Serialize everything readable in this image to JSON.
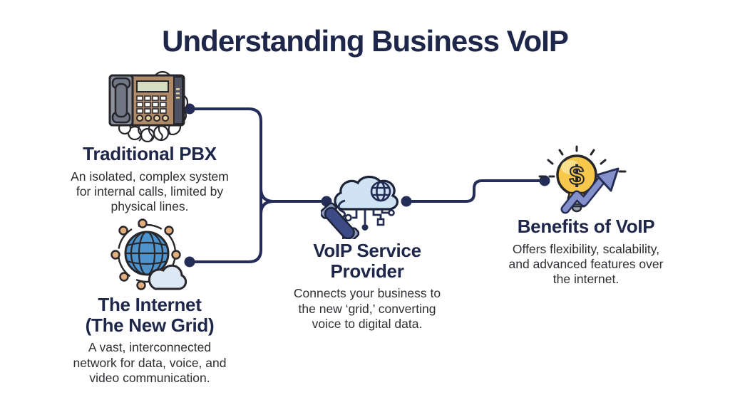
{
  "title": "Understanding Business VoIP",
  "colors": {
    "background": "#ffffff",
    "heading_navy": "#1e2749",
    "connector_line": "#232d58",
    "body_text": "#2e2e33",
    "phone_body_brown": "#ae8a68",
    "globe_blue": "#4f93cd",
    "network_node_tan": "#e3ae7d",
    "cloud_light_blue": "#cfe3f4",
    "handset_navy": "#3c4a85",
    "bulb_yellow": "#f8c84d",
    "arrow_periwinkle": "#8490cc"
  },
  "nodes": [
    {
      "id": "traditional-pbx",
      "icon": "tangled-phone-icon",
      "title": "Traditional PBX",
      "description": "An isolated, complex system\nfor internal calls, limited by\nphysical lines."
    },
    {
      "id": "internet-new-grid",
      "icon": "globe-network-icon",
      "title": "The Internet\n(The New Grid)",
      "description": "A vast, interconnected\nnetwork for data, voice, and\nvideo communication."
    },
    {
      "id": "voip-service-provider",
      "icon": "cloud-phone-icon",
      "title": "VoIP Service\nProvider",
      "description": "Connects your business to\nthe new ‘grid,’ converting\nvoice to digital data."
    },
    {
      "id": "benefits-of-voip",
      "icon": "bulb-growth-arrow-icon",
      "title": "Benefits of VoIP",
      "description": "Offers flexibility, scalability,\nand advanced features over\nthe internet."
    }
  ]
}
